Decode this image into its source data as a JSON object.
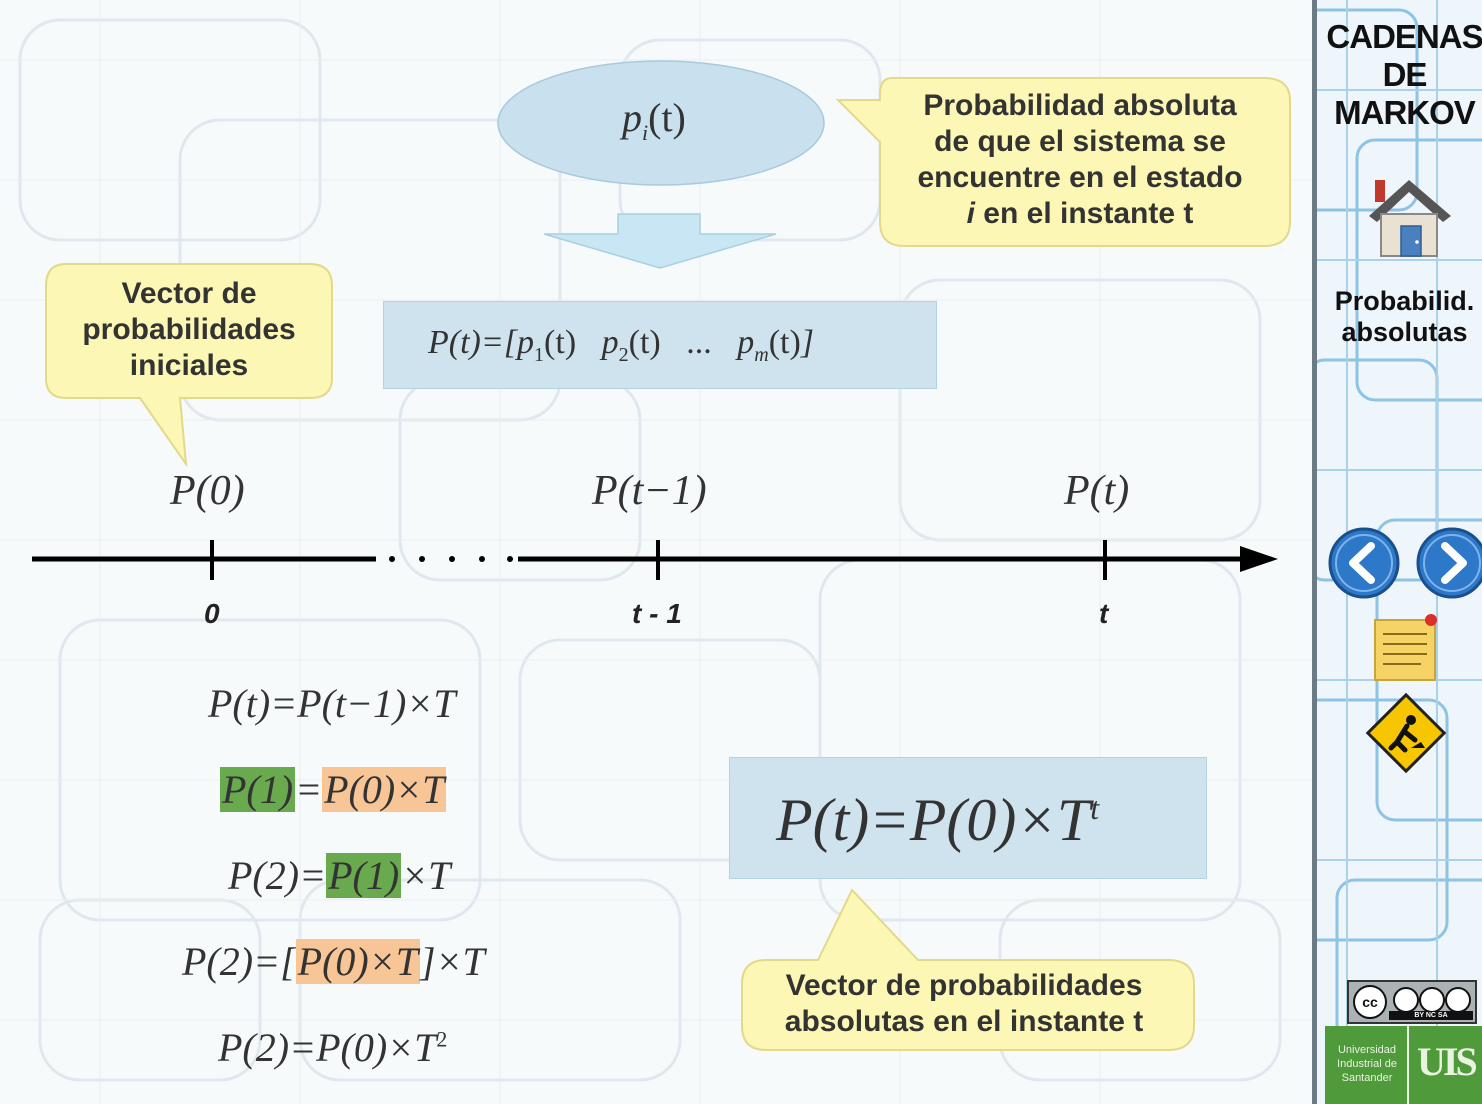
{
  "slide": {
    "formula_pi": "p",
    "formula_pi_sub": "i",
    "formula_pi_arg": "(t)",
    "callout_absolute_line1": "Probabilidad absoluta",
    "callout_absolute_line2": "de que el sistema se",
    "callout_absolute_line3": "encuentre en el estado",
    "callout_absolute_line4_italic": "i",
    "callout_absolute_line4_rest": " en el instante t",
    "callout_initial_line1": "Vector de",
    "callout_initial_line2": "probabilidades",
    "callout_initial_line3": "iniciales",
    "vector_lhs": "P(t)=[",
    "vector_p1": "p",
    "vector_p1_sub": "1",
    "vector_p2": "p",
    "vector_p2_sub": "2",
    "vector_dots": "...",
    "vector_pm": "p",
    "vector_pm_sub": "m",
    "vector_arg": "(t)",
    "vector_rhs": "]",
    "timeline": {
      "label_p0": "P(0)",
      "label_pt1": "P(t−1)",
      "label_pt": "P(t)",
      "tick_0": "0",
      "tick_t1": "t - 1",
      "tick_t": "t"
    },
    "eq1": "P(t)=P(t−1)×T",
    "eq2_green": "P(1)",
    "eq2_eq": "=",
    "eq2_orange": "P(0)×T",
    "eq3_lhs": "P(2)=",
    "eq3_green": "P(1)",
    "eq3_rhs": "×T",
    "eq4_lhs": "P(2)=[",
    "eq4_orange": "P(0)×T",
    "eq4_rhs": "]×T",
    "eq5": "P(2)=P(0)×T",
    "eq5_exp": "2",
    "main_formula": "P(t)=P(0)×T",
    "main_formula_exp": "t",
    "callout_vector_line1": "Vector de probabilidades",
    "callout_vector_line2": "absolutas en el instante t"
  },
  "sidebar": {
    "title_line1": "CADENAS",
    "title_line2": "DE",
    "title_line3": "MARKOV",
    "home_label": "home-icon",
    "subtitle_line1": "Probabilid.",
    "subtitle_line2": "absolutas",
    "license_text": "BY  NC  SA",
    "university_line1": "Universidad",
    "university_line2": "Industrial de",
    "university_line3": "Santander",
    "university_logo": "UIS"
  },
  "colors": {
    "bubble_fill": "#fdf7b5",
    "bubble_stroke": "#e2d98a",
    "formula_box": "#cfe3ef",
    "ellipse": "#c9e0ee",
    "highlight_green": "#6aaa4f",
    "highlight_orange": "#f7c596",
    "nav_blue": "#2d78c8",
    "uis_green": "#4f9a3b"
  }
}
